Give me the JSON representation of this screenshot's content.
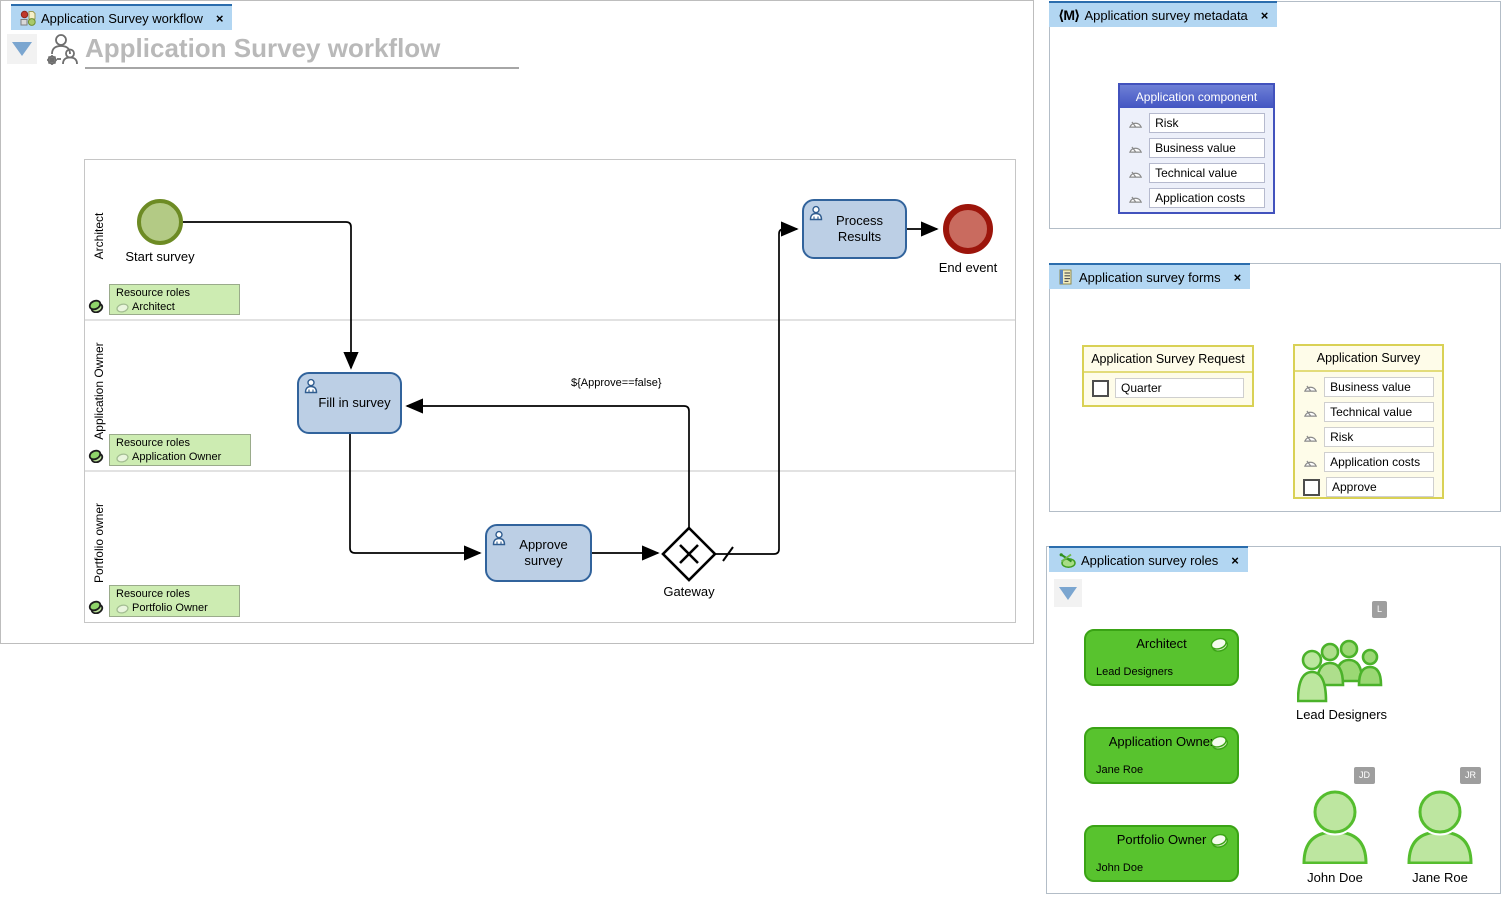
{
  "ui": {
    "close": "×"
  },
  "colors": {
    "tab_blue": "#b2d6f2",
    "tab_border_blue": "#2b6dad",
    "task_fill": "#bccfe5",
    "task_border": "#31639c",
    "start_event_fill": "#b3ca85",
    "start_event_border": "#6d8b24",
    "end_event_fill": "#c96b5f",
    "end_event_border": "#9c150b",
    "resource_box_green": "#cdecb2",
    "role_card_green": "#58c32e",
    "metadata_blue": "#4355c2",
    "form_yellow_border": "#d9d155"
  },
  "workflow_panel": {
    "tab": {
      "label": "Application Survey workflow"
    },
    "title": "Application Survey workflow",
    "diagram": {
      "lanes": [
        {
          "label": "Architect"
        },
        {
          "label": "Application Owner"
        },
        {
          "label": "Portfolio owner"
        }
      ],
      "nodes": {
        "start_event": {
          "label": "Start survey"
        },
        "fill_in_survey": {
          "label": "Fill in survey"
        },
        "approve_survey": {
          "label": "Approve survey"
        },
        "process_results": {
          "label": "Process Results"
        },
        "gateway": {
          "label": "Gateway"
        },
        "end_event": {
          "label": "End event"
        }
      },
      "edge_labels": {
        "approve_false": "${Approve==false}"
      },
      "resource_roles": [
        {
          "title": "Resource roles",
          "role": "Architect"
        },
        {
          "title": "Resource roles",
          "role": "Application Owner"
        },
        {
          "title": "Resource roles",
          "role": "Portfolio Owner"
        }
      ]
    }
  },
  "metadata_panel": {
    "tab": {
      "icon": "⟨M⟩",
      "label": "Application survey metadata"
    },
    "component": {
      "title": "Application component",
      "fields": [
        "Risk",
        "Business value",
        "Technical value",
        "Application costs"
      ]
    }
  },
  "forms_panel": {
    "tab": {
      "label": "Application survey forms"
    },
    "request_form": {
      "title": "Application Survey Request",
      "fields": [
        "Quarter"
      ]
    },
    "survey_form": {
      "title": "Application Survey",
      "gauge_fields": [
        "Business value",
        "Technical value",
        "Risk",
        "Application costs"
      ],
      "checkbox_fields": [
        "Approve"
      ]
    }
  },
  "roles_panel": {
    "tab": {
      "label": "Application survey roles"
    },
    "roles": [
      {
        "title": "Architect",
        "member": "Lead Designers"
      },
      {
        "title": "Application Owner",
        "member": "Jane Roe"
      },
      {
        "title": "Portfolio Owner",
        "member": "John Doe"
      }
    ],
    "people": [
      {
        "name": "Lead Designers",
        "badge": "L"
      },
      {
        "name": "John Doe",
        "badge": "JD"
      },
      {
        "name": "Jane Roe",
        "badge": "JR"
      }
    ]
  }
}
